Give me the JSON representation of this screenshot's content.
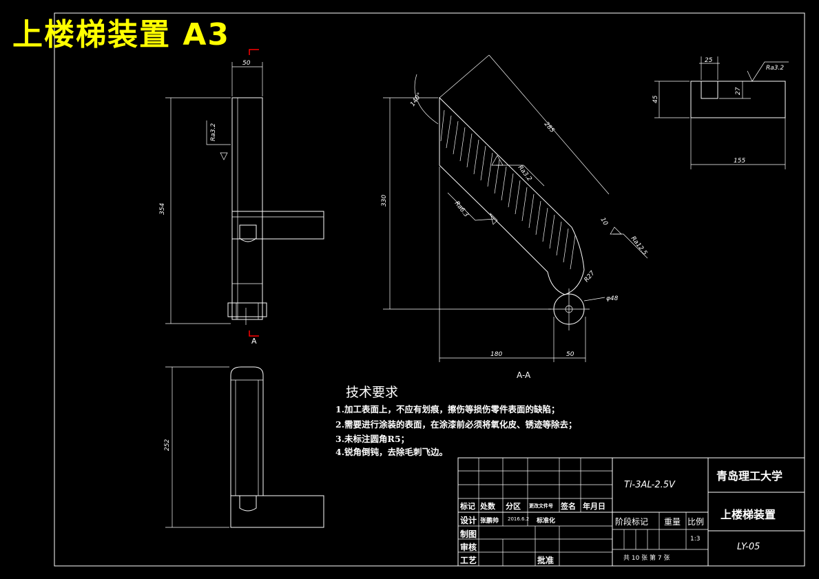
{
  "title": "上楼梯装置 A3",
  "section_marker_top": "",
  "section_marker_bottom": "A",
  "section_view_label": "A-A",
  "dimensions": {
    "front_width": "50",
    "front_height": "354",
    "bottom_height": "252",
    "section_height": "330",
    "section_length": "285",
    "angle": "140°",
    "section_base": "180",
    "section_base_right": "50",
    "diameter": "φ48",
    "radius": "R27",
    "slot_depth": "10",
    "detail_width_top": "25",
    "detail_height": "45",
    "detail_slot": "27",
    "detail_length": "155"
  },
  "roughness": {
    "front": "Ra3.2",
    "section_mid": "Ra3.2",
    "section_left": "Ra6.3",
    "section_right": "Ra12.5",
    "detail": "Ra3.2"
  },
  "tech_requirements": {
    "heading": "技术要求",
    "items": [
      "1.加工表面上，不应有划痕，擦伤等损伤零件表面的缺陷；",
      "2.需要进行涂装的表面，在涂漆前必须将氧化皮、锈迹等除去；",
      "3.未标注圆角R5；",
      "4.锐角倒钝，去除毛刺飞边。"
    ]
  },
  "title_block": {
    "university": "青岛理工大学",
    "part_name": "上楼梯装置",
    "drawing_no": "LY-05",
    "material": "Ti-3AL-2.5V",
    "headers": [
      "标记",
      "处数",
      "分区",
      "更改文件号",
      "签名",
      "年月日"
    ],
    "rows": {
      "design": "设计",
      "designer": "张鹏帅",
      "date": "2016.6.2",
      "standardize": "标准化",
      "draft": "制图",
      "review": "审核",
      "process": "工艺",
      "approve": "批准"
    },
    "stage_mark": "阶段标记",
    "weight": "重量",
    "scale_label": "比例",
    "scale": "1:3",
    "sheets": "共 10 张   第 7 张"
  },
  "colors": {
    "background": "#000000",
    "lines": "#ffffff",
    "title": "#ffff00",
    "section_marker": "#ff0000"
  }
}
